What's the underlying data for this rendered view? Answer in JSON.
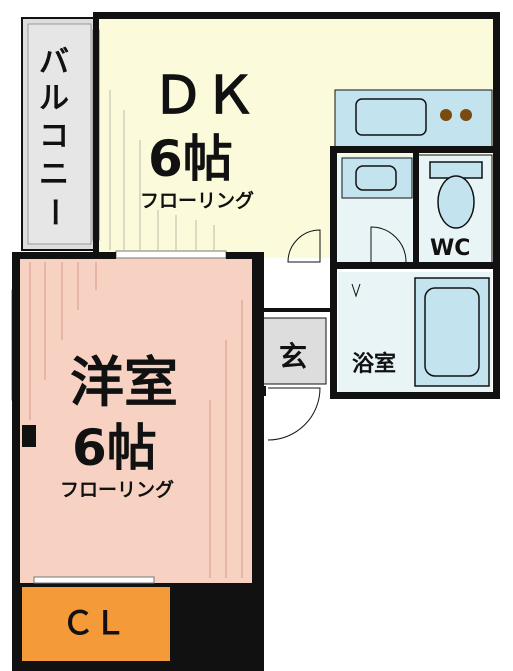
{
  "rooms": {
    "dk": {
      "name": "ＤＫ",
      "size": "6帖",
      "floor": "フローリング"
    },
    "western": {
      "name": "洋室",
      "size": "6帖",
      "floor": "フローリング"
    },
    "balcony": {
      "chars": [
        "バ",
        "ル",
        "コ",
        "ニ",
        "ー"
      ]
    },
    "wc": {
      "label": "WC"
    },
    "bath": {
      "label": "浴室"
    },
    "entrance": {
      "label": "玄"
    },
    "closet": {
      "label": "ＣＬ"
    }
  },
  "colors": {
    "dk_floor": "#fbfbdc",
    "western_floor": "#f7d2c3",
    "wet_area": "#e9f4f7",
    "fixture_blue": "#c3e4ee",
    "closet": "#f49a38",
    "wall": "#111111",
    "balcony": "#dddddd",
    "entrance": "#dddddd"
  }
}
